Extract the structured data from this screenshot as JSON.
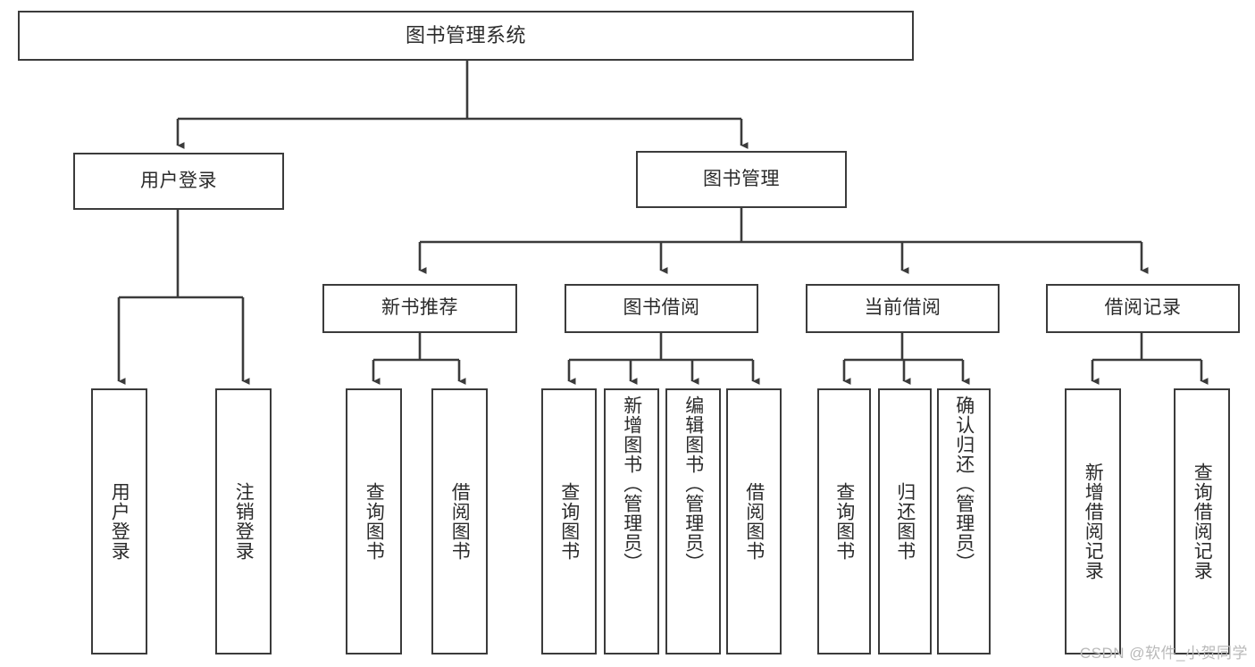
{
  "diagram": {
    "title": "图书管理系统",
    "type": "tree-hierarchy-chart",
    "watermark": "CSDN @软件_小贺同学",
    "colors": {
      "stroke": "#3b3b3b",
      "fill": "#ffffff",
      "text": "#2b2b2b",
      "watermark": "#b9b9b9"
    },
    "root": {
      "label": "图书管理系统"
    },
    "level2": [
      {
        "label": "用户登录"
      },
      {
        "label": "图书管理"
      }
    ],
    "level3": [
      {
        "label": "新书推荐"
      },
      {
        "label": "图书借阅"
      },
      {
        "label": "当前借阅"
      },
      {
        "label": "借阅记录"
      }
    ],
    "leaves": {
      "user_login": [
        {
          "label": "用户登录"
        },
        {
          "label": "注销登录"
        }
      ],
      "new_book_recommend": [
        {
          "label": "查询图书"
        },
        {
          "label": "借阅图书"
        }
      ],
      "book_borrow": [
        {
          "label": "查询图书"
        },
        {
          "label": "新增图书（管理员）"
        },
        {
          "label": "编辑图书（管理员）"
        },
        {
          "label": "借阅图书"
        }
      ],
      "current_borrow": [
        {
          "label": "查询图书"
        },
        {
          "label": "归还图书"
        },
        {
          "label": "确认归还（管理员）"
        }
      ],
      "borrow_record": [
        {
          "label": "新增借阅记录"
        },
        {
          "label": "查询借阅记录"
        }
      ]
    }
  }
}
